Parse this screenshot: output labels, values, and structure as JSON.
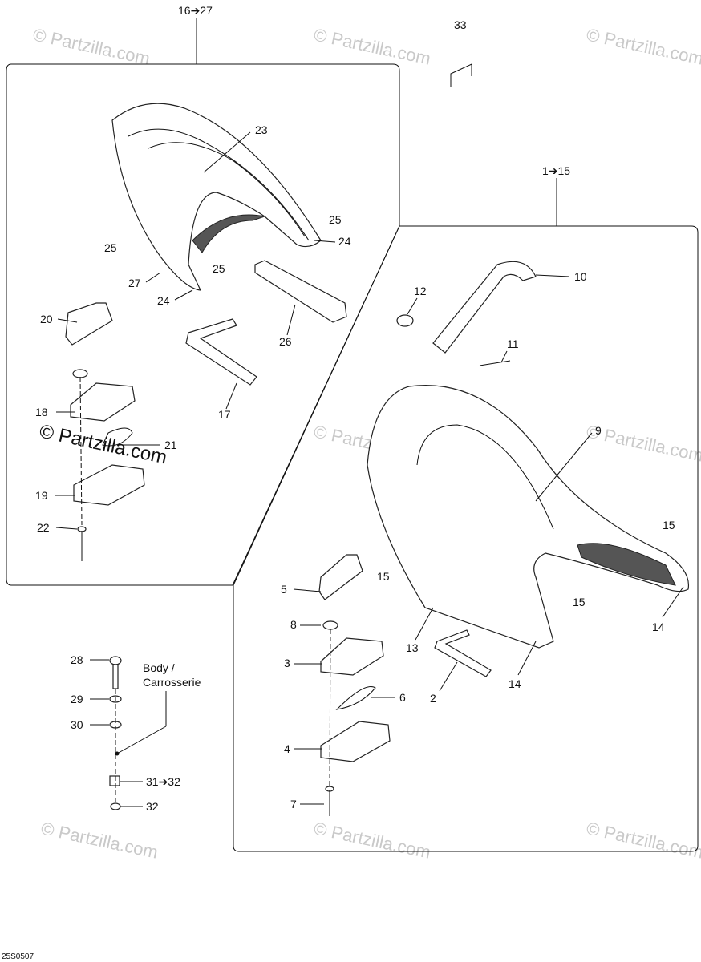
{
  "diagram": {
    "drawing_code": "25S0507",
    "watermark": "© Partzilla.com",
    "group_left_range": "16➔27",
    "group_right_range": "1➔15",
    "body_label_line1": "Body /",
    "body_label_line2": "Carrosserie",
    "labels": {
      "p33": "33",
      "p23": "23",
      "p25a": "25",
      "p24a": "24",
      "p25b": "25",
      "p25c": "25",
      "p27": "27",
      "p24b": "24",
      "p26": "26",
      "p20": "20",
      "p17": "17",
      "p18": "18",
      "p21": "21",
      "p19": "19",
      "p22": "22",
      "p10": "10",
      "p12": "12",
      "p11": "11",
      "p9": "9",
      "p15a": "15",
      "p15b": "15",
      "p15c": "15",
      "p5": "5",
      "p8": "8",
      "p3": "3",
      "p13": "13",
      "p14a": "14",
      "p14b": "14",
      "p2": "2",
      "p6": "6",
      "p4": "4",
      "p7": "7",
      "p28": "28",
      "p29": "29",
      "p30": "30",
      "p31": "31➔32",
      "p32": "32"
    }
  }
}
